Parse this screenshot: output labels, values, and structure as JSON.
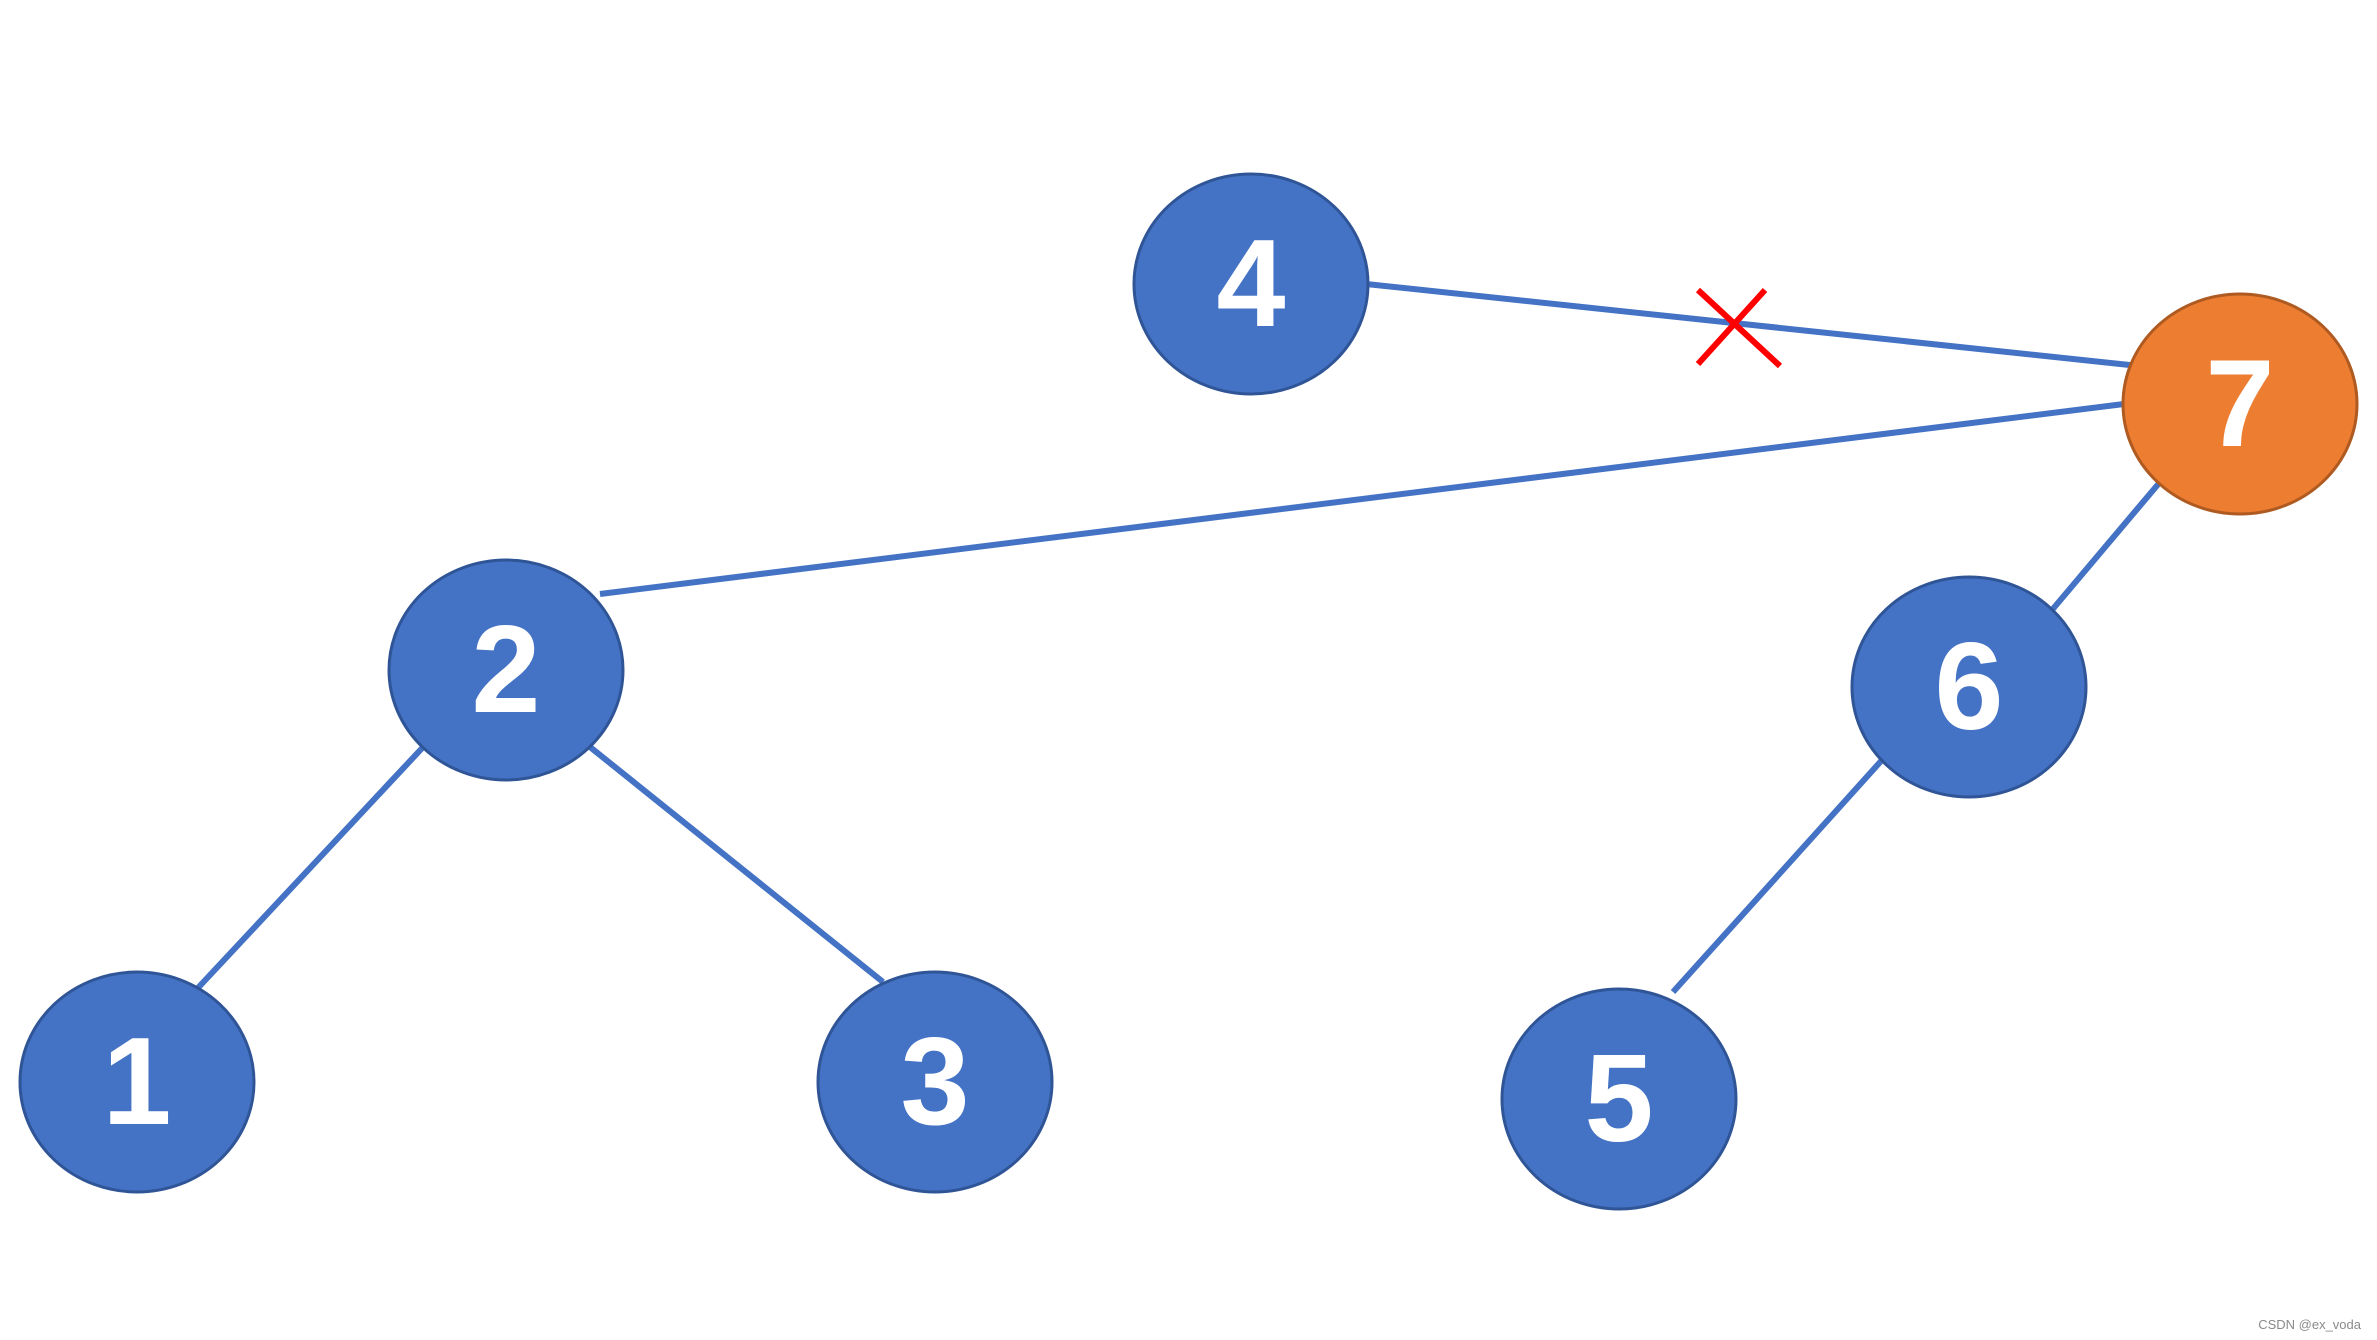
{
  "colors": {
    "background": "#ffffff",
    "node_fill": "#4472c4",
    "node_stroke": "#2f5597",
    "highlight_fill": "#ed7d31",
    "highlight_stroke": "#ae5a21",
    "edge": "#4472c4",
    "removed_mark": "#ff0000",
    "label": "#ffffff"
  },
  "nodes": [
    {
      "id": "n4",
      "label": "4",
      "highlight": false
    },
    {
      "id": "n7",
      "label": "7",
      "highlight": true
    },
    {
      "id": "n2",
      "label": "2",
      "highlight": false
    },
    {
      "id": "n6",
      "label": "6",
      "highlight": false
    },
    {
      "id": "n1",
      "label": "1",
      "highlight": false
    },
    {
      "id": "n3",
      "label": "3",
      "highlight": false
    },
    {
      "id": "n5",
      "label": "5",
      "highlight": false
    }
  ],
  "edges": [
    {
      "from": "4",
      "to": "7",
      "removed": true
    },
    {
      "from": "7",
      "to": "2",
      "removed": false
    },
    {
      "from": "7",
      "to": "6",
      "removed": false
    },
    {
      "from": "2",
      "to": "1",
      "removed": false
    },
    {
      "from": "2",
      "to": "3",
      "removed": false
    },
    {
      "from": "6",
      "to": "5",
      "removed": false
    }
  ],
  "removed_mark_icon": "red-x-mark",
  "watermark": "CSDN @ex_voda"
}
